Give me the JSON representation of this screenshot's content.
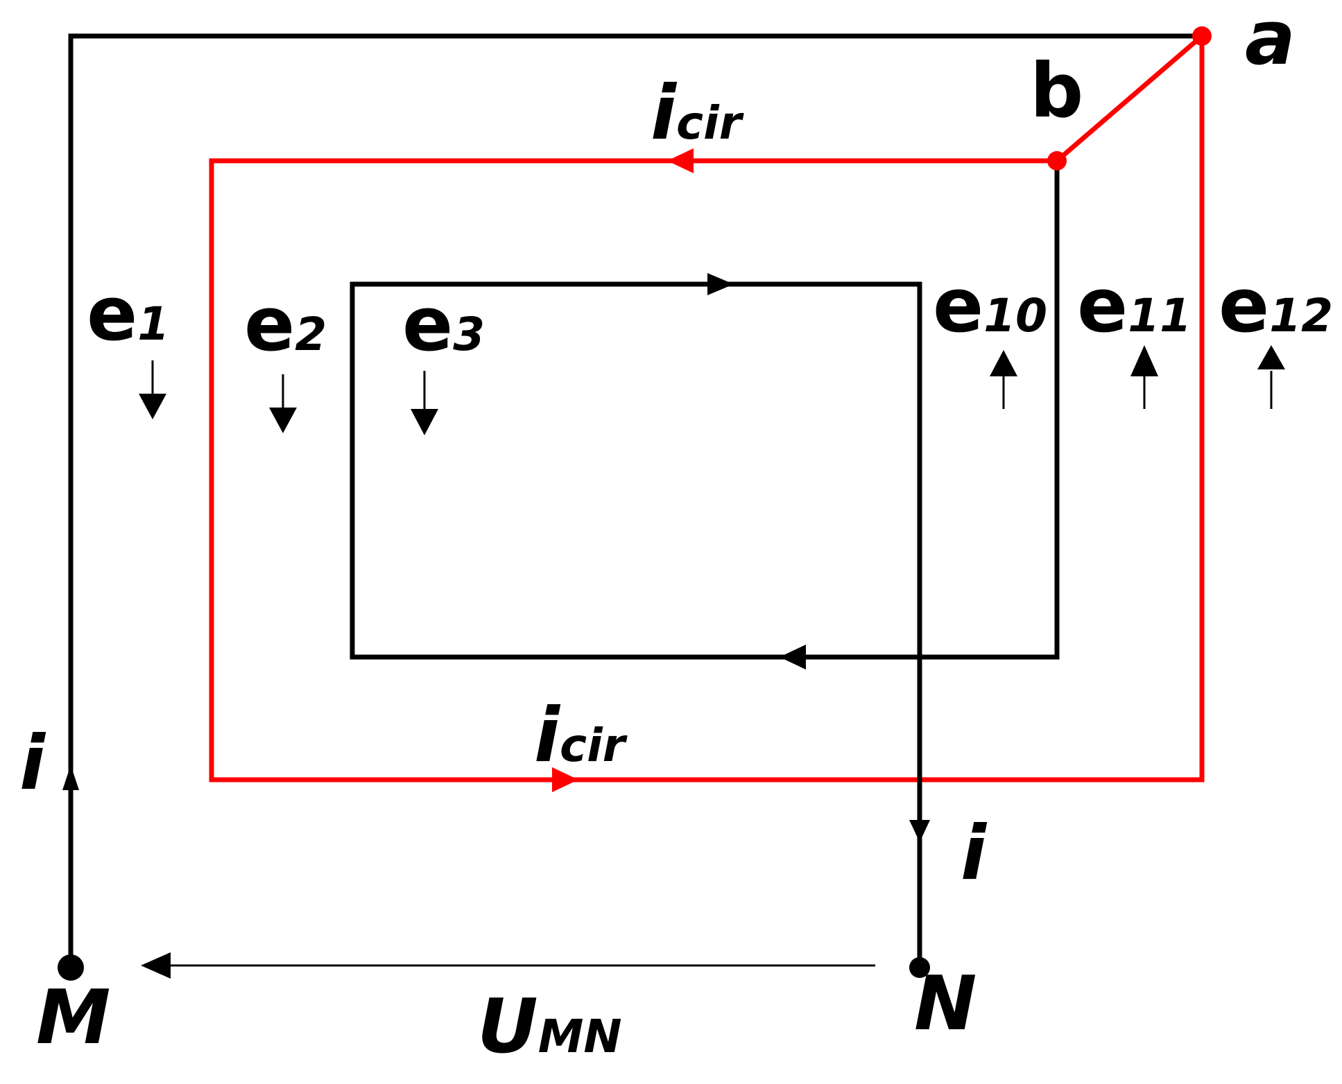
{
  "colors": {
    "wire": "#000000",
    "circulating": "#ff0000",
    "background": "#ffffff"
  },
  "nodes": {
    "a": "a",
    "b": "b",
    "M": "M",
    "N": "N"
  },
  "currents": {
    "i_left": "i",
    "i_right": "i",
    "icir_top": {
      "main": "i",
      "sub": "cir"
    },
    "icir_bottom": {
      "main": "i",
      "sub": "cir"
    }
  },
  "emfs": [
    {
      "main": "e",
      "sub": "1",
      "direction": "down"
    },
    {
      "main": "e",
      "sub": "2",
      "direction": "down"
    },
    {
      "main": "e",
      "sub": "3",
      "direction": "down"
    },
    {
      "main": "e",
      "sub": "10",
      "direction": "up"
    },
    {
      "main": "e",
      "sub": "11",
      "direction": "up"
    },
    {
      "main": "e",
      "sub": "12",
      "direction": "up"
    }
  ],
  "voltage": {
    "main": "U",
    "sub": "MN"
  }
}
